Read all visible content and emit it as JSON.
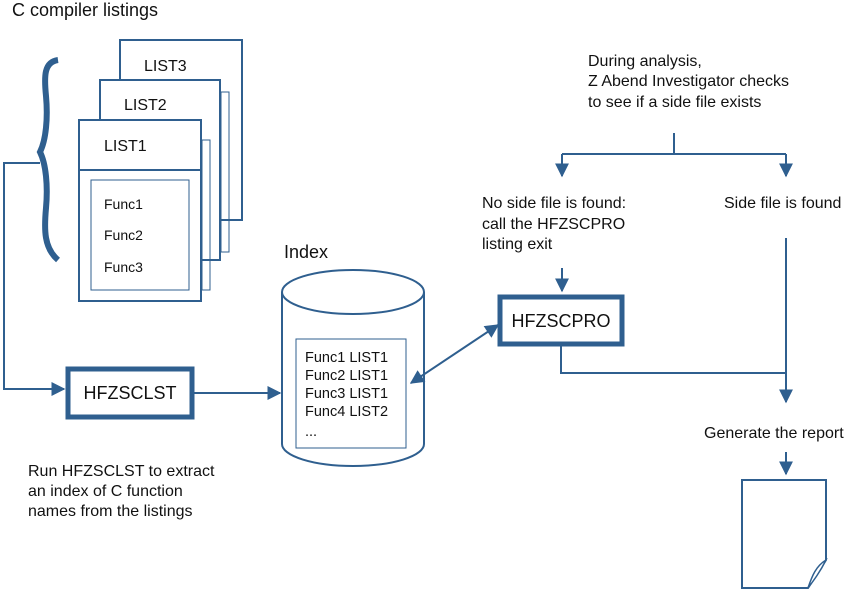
{
  "colors": {
    "line": "#2f5f8f",
    "text": "#111111",
    "brace": "#2f5f8f",
    "background": "#ffffff"
  },
  "labels": {
    "compiler_listings_title": "C compiler listings",
    "list3": "LIST3",
    "list2": "LIST2",
    "list1": "LIST1",
    "funcs": [
      "Func1",
      "Func2",
      "Func3"
    ],
    "hfzsclst": "HFZSCLST",
    "run_note": [
      "Run HFZSCLST to extract",
      "an index of C function",
      "names from the listings"
    ],
    "index_title": "Index",
    "index_entries": [
      "Func1 LIST1",
      "Func2 LIST1",
      "Func3 LIST1",
      "Func4 LIST2",
      "..."
    ],
    "analysis_note": [
      "During analysis,",
      "Z Abend Investigator checks",
      "to see if a side file exists"
    ],
    "no_side_file": [
      "No side file is found:",
      "call the HFZSCPRO",
      "listing exit"
    ],
    "side_file_found": "Side file is found",
    "hfzscpro": "HFZSCPRO",
    "generate_report": "Generate the report"
  }
}
